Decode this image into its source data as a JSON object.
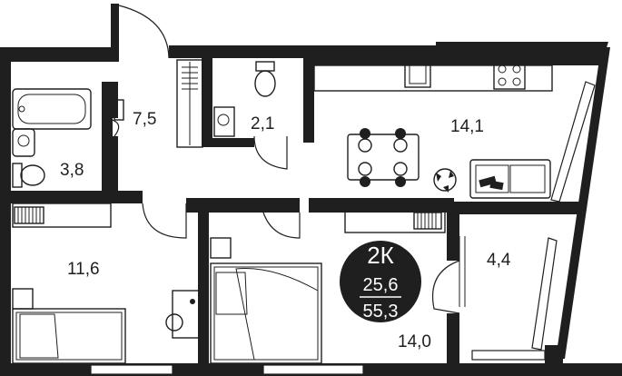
{
  "rooms": [
    {
      "label": "7,5"
    },
    {
      "label": "2,1"
    },
    {
      "label": "14,1"
    },
    {
      "label": "3,8"
    },
    {
      "label": "11,6"
    },
    {
      "label": "4,4"
    },
    {
      "label": "14,0"
    }
  ],
  "badge": {
    "type": "2К",
    "living_area": "25,6",
    "total_area": "55,3"
  }
}
